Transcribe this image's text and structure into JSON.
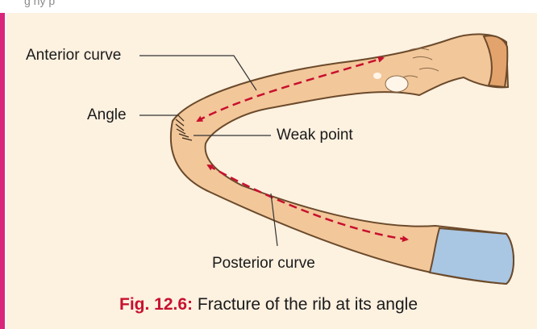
{
  "header": {
    "partial_text": "g                              ny  p                              "
  },
  "labels": {
    "anterior_curve": "Anterior curve",
    "angle": "Angle",
    "weak_point": "Weak point",
    "posterior_curve": "Posterior curve"
  },
  "caption": {
    "figure_number": "Fig. 12.6:",
    "text": " Fracture of the rib at its angle"
  },
  "colors": {
    "bone": "#f2c79a",
    "cartilage": "#a9c6e3",
    "arrow": "#c8102e",
    "accent_bar": "#d9267a"
  }
}
